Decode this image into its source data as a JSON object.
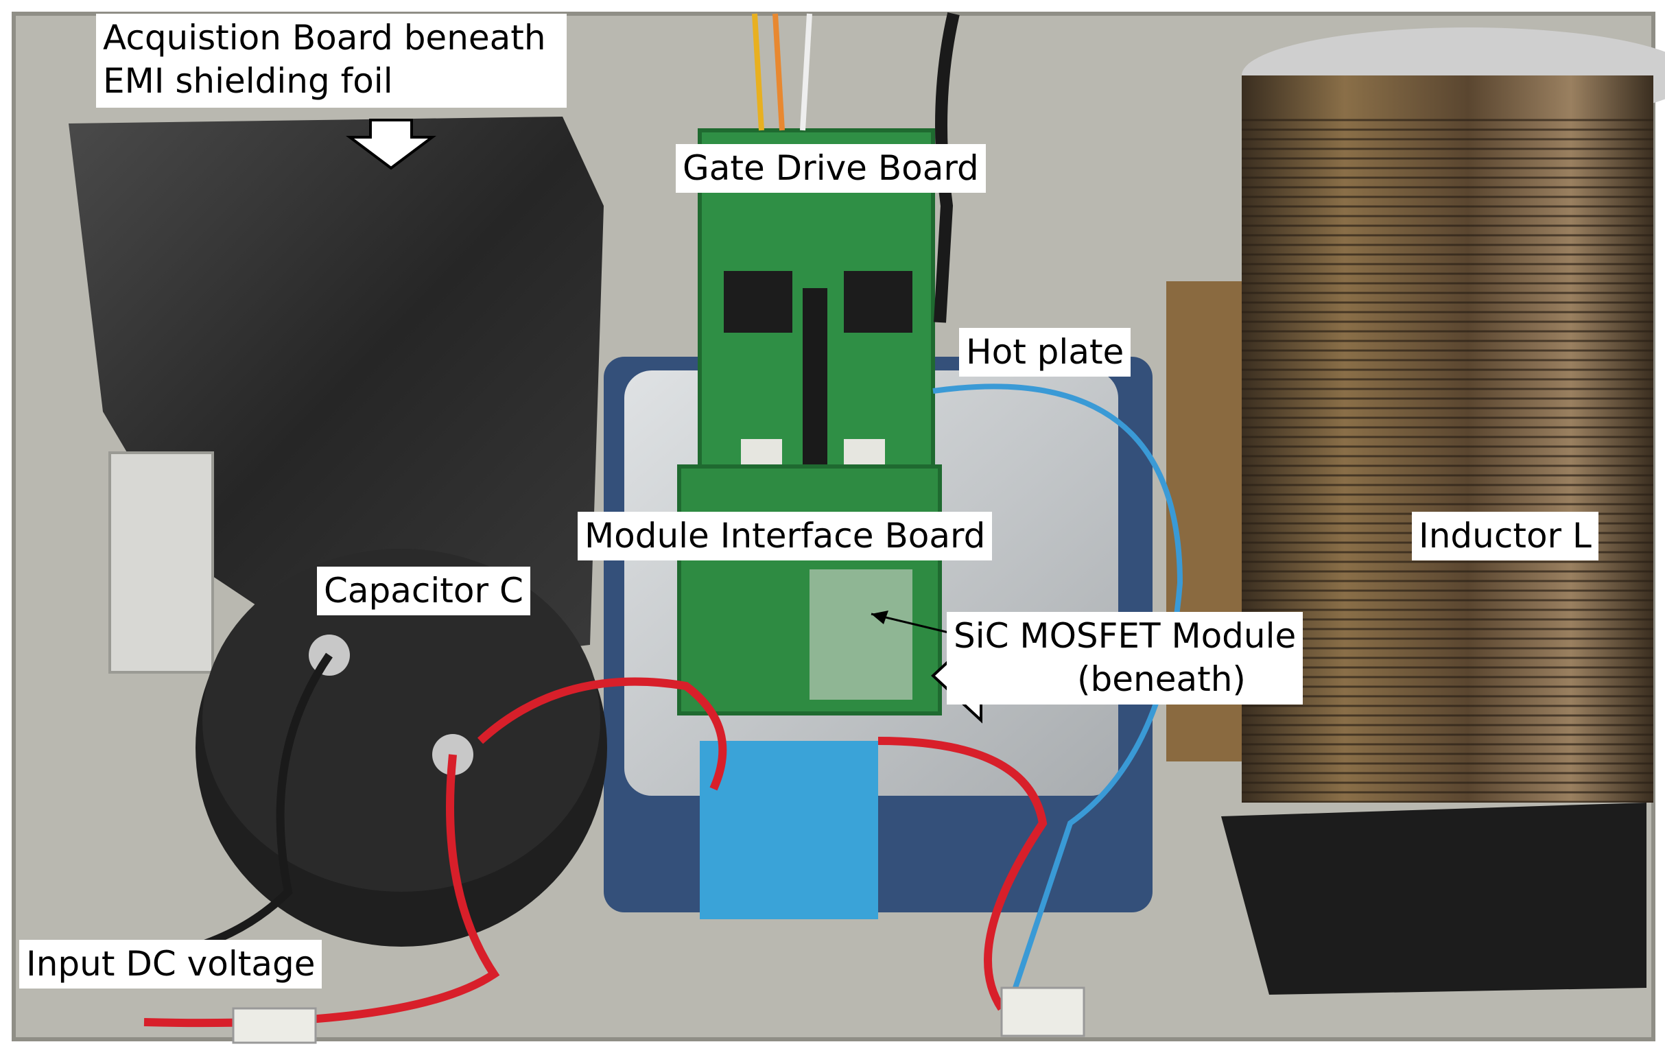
{
  "labels": {
    "acquisition_line1": "Acquistion Board beneath",
    "acquisition_line2": "EMI  shielding foil",
    "gate_drive": "Gate Drive Board",
    "hot_plate": "Hot plate",
    "module_interface": "Module Interface Board",
    "inductor": "Inductor L",
    "capacitor": "Capacitor C",
    "sic_line1": "SiC MOSFET Module",
    "sic_line2": "(beneath)",
    "input_dc": "Input DC voltage"
  },
  "colors": {
    "enclosure": "#b7b6ae",
    "shield_foil": "#2b2b2b",
    "pcb_green": "#2f8f45",
    "hot_plate_blue": "#34507a",
    "coil_copper": "#6b5436",
    "capacitor_black": "#1f1f1f",
    "blue_block": "#3aa3d8",
    "wire_red": "#d81f2a",
    "wire_blue": "#3a9ad6"
  }
}
